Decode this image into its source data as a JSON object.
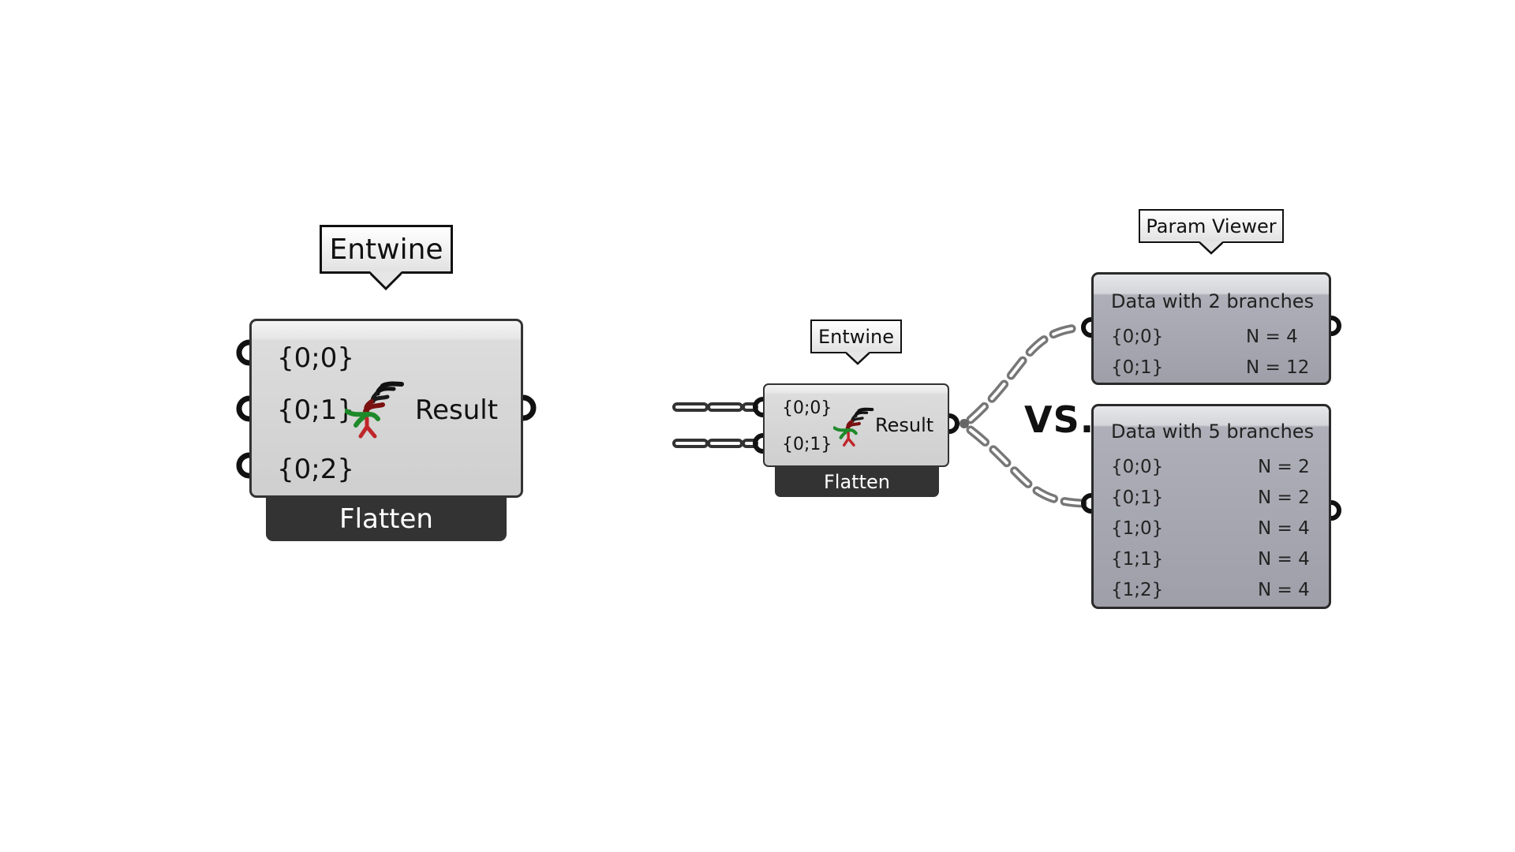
{
  "left_component": {
    "tag": "Entwine",
    "inputs": [
      "{0;0}",
      "{0;1}",
      "{0;2}"
    ],
    "output": "Result",
    "icon": "entwine-icon",
    "option_label": "Flatten"
  },
  "middle_component": {
    "tag": "Entwine",
    "inputs": [
      "{0;0}",
      "{0;1}"
    ],
    "output": "Result",
    "icon": "entwine-icon",
    "option_label": "Flatten"
  },
  "comparison_label": "VS.",
  "viewer_tag": "Param Viewer",
  "viewers": [
    {
      "title": "Data with 2 branches",
      "branches": [
        {
          "path": "{0;0}",
          "count": "N = 4"
        },
        {
          "path": "{0;1}",
          "count": "N = 12"
        }
      ]
    },
    {
      "title": "Data with 5 branches",
      "branches": [
        {
          "path": "{0;0}",
          "count": "N = 2"
        },
        {
          "path": "{0;1}",
          "count": "N = 2"
        },
        {
          "path": "{1;0}",
          "count": "N = 4"
        },
        {
          "path": "{1;1}",
          "count": "N = 4"
        },
        {
          "path": "{1;2}",
          "count": "N = 4"
        }
      ]
    }
  ],
  "colors": {
    "wire_input": "#333333",
    "wire_output": "#7a7a7a",
    "component_body": "#d8d8d8",
    "option_bar": "#333333",
    "viewer_body": "#a4a5ae"
  }
}
